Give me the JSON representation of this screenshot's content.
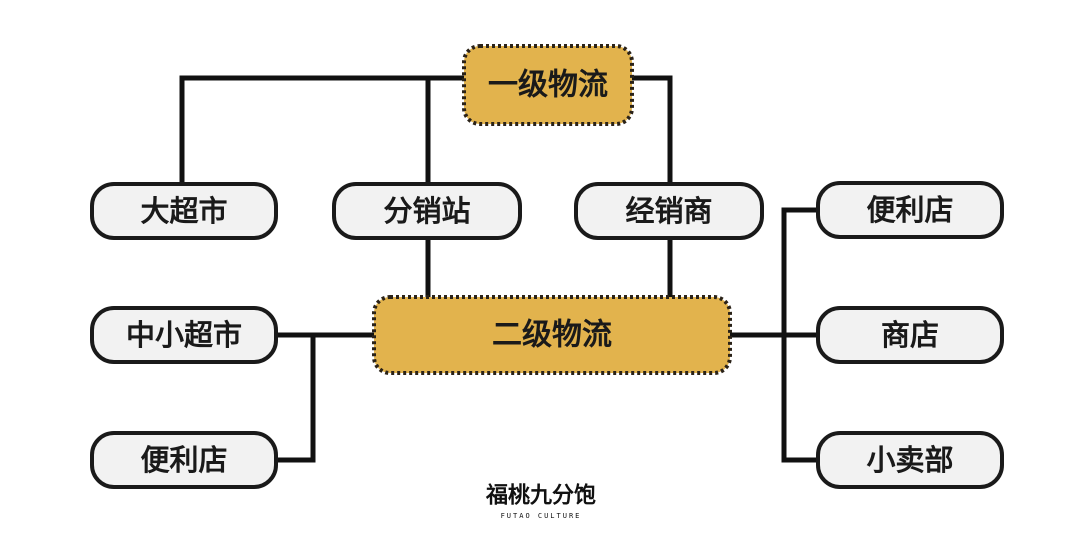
{
  "colors": {
    "line": "#111111",
    "node_fill": "#f2f2f2",
    "node_stroke": "#1a1a1a",
    "hub_fill": "#e2b34d",
    "hub_stroke": "#2a2218"
  },
  "nodes": {
    "primary_logistics": "一级物流",
    "secondary_logistics": "二级物流",
    "hypermarket": "大超市",
    "distribution_station": "分销站",
    "distributor": "经销商",
    "convenience_store_right": "便利店",
    "shop": "商店",
    "kiosk": "小卖部",
    "small_medium_supermarket": "中小超市",
    "convenience_store_left": "便利店"
  },
  "logo": {
    "name": "福桃九分饱",
    "subtitle": "FUTAO CULTURE"
  }
}
